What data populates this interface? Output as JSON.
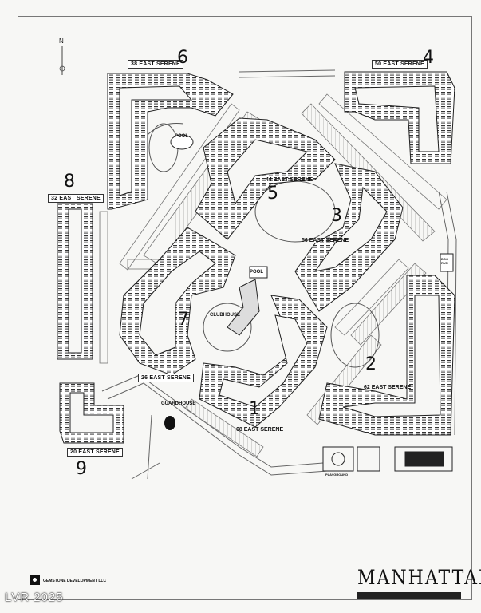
{
  "north": "N",
  "buildings": {
    "b38": "38 EAST SERENE",
    "b50": "50 EAST SERENE",
    "b32": "32 EAST SERENE",
    "b44": "44 EAST SERENE",
    "b56": "56 EAST SERENE",
    "b26": "26 EAST SERENE",
    "b62": "62 EAST SERENE",
    "b68": "68 EAST SERENE",
    "b20": "20 EAST SERENE"
  },
  "amenities": {
    "pool_west": "POOL",
    "pool_central": "POOL",
    "clubhouse": "CLUBHOUSE",
    "guardhouse": "GUARDHOUSE",
    "dog_run": "DOG RUN",
    "playground": "PLAYGROUND"
  },
  "handwritten": {
    "n1": "1",
    "n2": "2",
    "n3": "3",
    "n4": "4",
    "n5": "5",
    "n6": "6",
    "n7": "7",
    "n8": "8",
    "n9": "9"
  },
  "developer": "GEMSTONE DEVELOPMENT LLC",
  "logo": "MANHATTAN",
  "watermark": "LVR 2025",
  "colors": {
    "ink": "#222222",
    "paper": "#f7f7f5"
  }
}
